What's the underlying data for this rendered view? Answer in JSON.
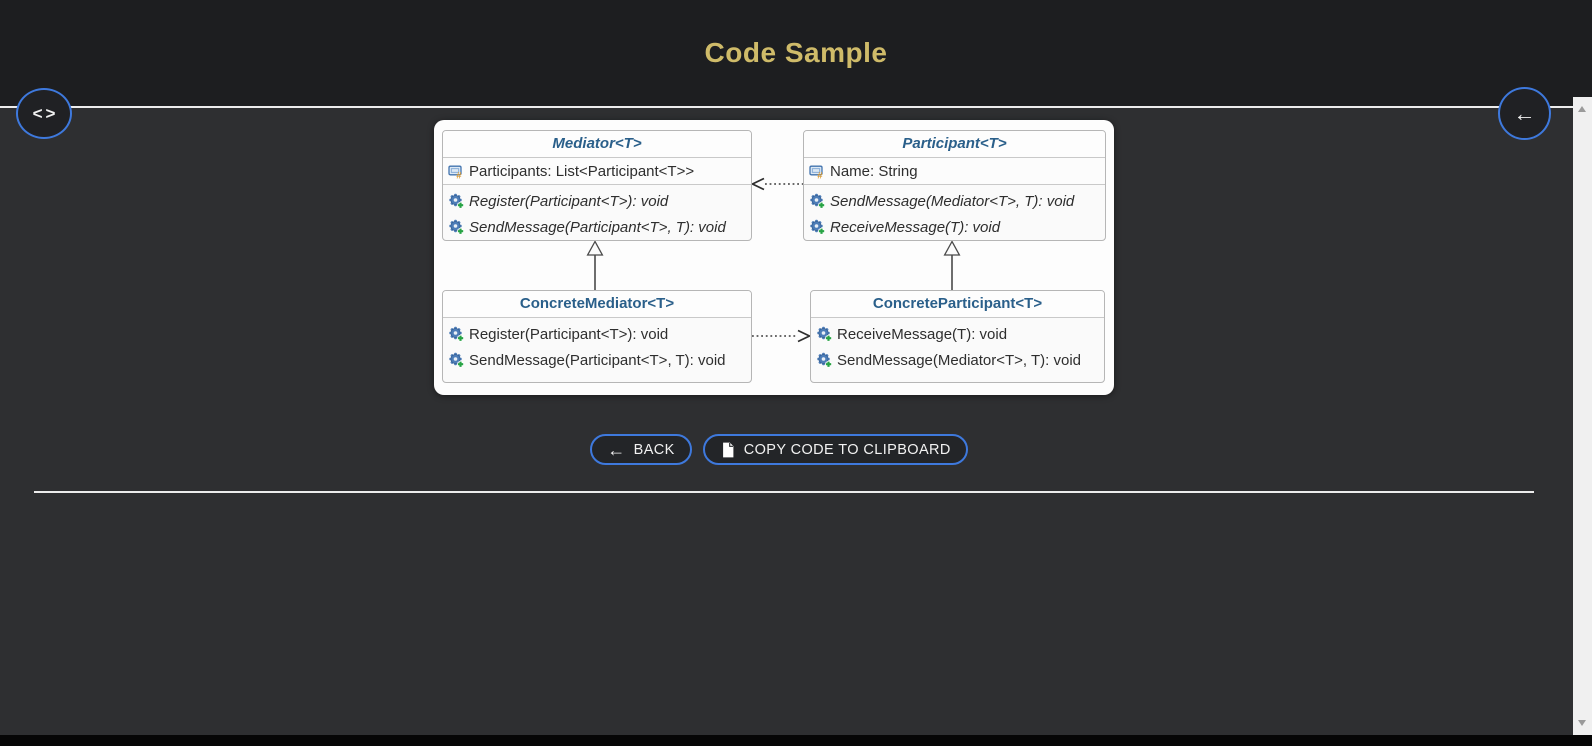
{
  "app": {
    "title": "Code Sample"
  },
  "actions": {
    "back_label": "BACK",
    "back_glyph": "←",
    "copy_label": "COPY CODE TO CLIPBOARD"
  },
  "edge_buttons": {
    "code_toggle_glyph": "<>",
    "back_glyph": "←"
  },
  "icons": {
    "code_toggle": "code-brackets-icon",
    "back": "left-arrow-icon",
    "copy": "document-copy-icon",
    "uml_property": "field-hash-icon",
    "uml_method": "gear-plus-icon"
  },
  "colors": {
    "title_gold": "#cfbb69",
    "accent_blue": "#3e79dd",
    "class_title_blue": "#2a5f8a",
    "header_bg": "#1d1e20",
    "content_bg": "#2e2f31"
  },
  "diagram": {
    "classes": [
      {
        "title": "Mediator<T>",
        "stereotype": "abstract",
        "properties": [
          "Participants: List<Participant<T>>"
        ],
        "methods": [
          "Register(Participant<T>): void",
          "SendMessage(Participant<T>, T): void"
        ]
      },
      {
        "title": "Participant<T>",
        "stereotype": "abstract",
        "properties": [
          "Name: String"
        ],
        "methods": [
          "SendMessage(Mediator<T>, T): void",
          "ReceiveMessage(T): void"
        ]
      },
      {
        "title": "ConcreteMediator<T>",
        "stereotype": "concrete",
        "properties": [],
        "methods": [
          "Register(Participant<T>): void",
          "SendMessage(Participant<T>, T): void"
        ]
      },
      {
        "title": "ConcreteParticipant<T>",
        "stereotype": "concrete",
        "properties": [],
        "methods": [
          "ReceiveMessage(T): void",
          "SendMessage(Mediator<T>, T): void"
        ]
      }
    ],
    "relations": [
      {
        "type": "dependency",
        "from": "Participant<T>",
        "to": "Mediator<T>",
        "style": "dotted-open-arrow"
      },
      {
        "type": "inheritance",
        "from": "ConcreteMediator<T>",
        "to": "Mediator<T>",
        "style": "solid-hollow-triangle"
      },
      {
        "type": "inheritance",
        "from": "ConcreteParticipant<T>",
        "to": "Participant<T>",
        "style": "solid-hollow-triangle"
      },
      {
        "type": "dependency",
        "from": "ConcreteMediator<T>",
        "to": "ConcreteParticipant<T>",
        "style": "dotted-open-arrow"
      }
    ]
  }
}
